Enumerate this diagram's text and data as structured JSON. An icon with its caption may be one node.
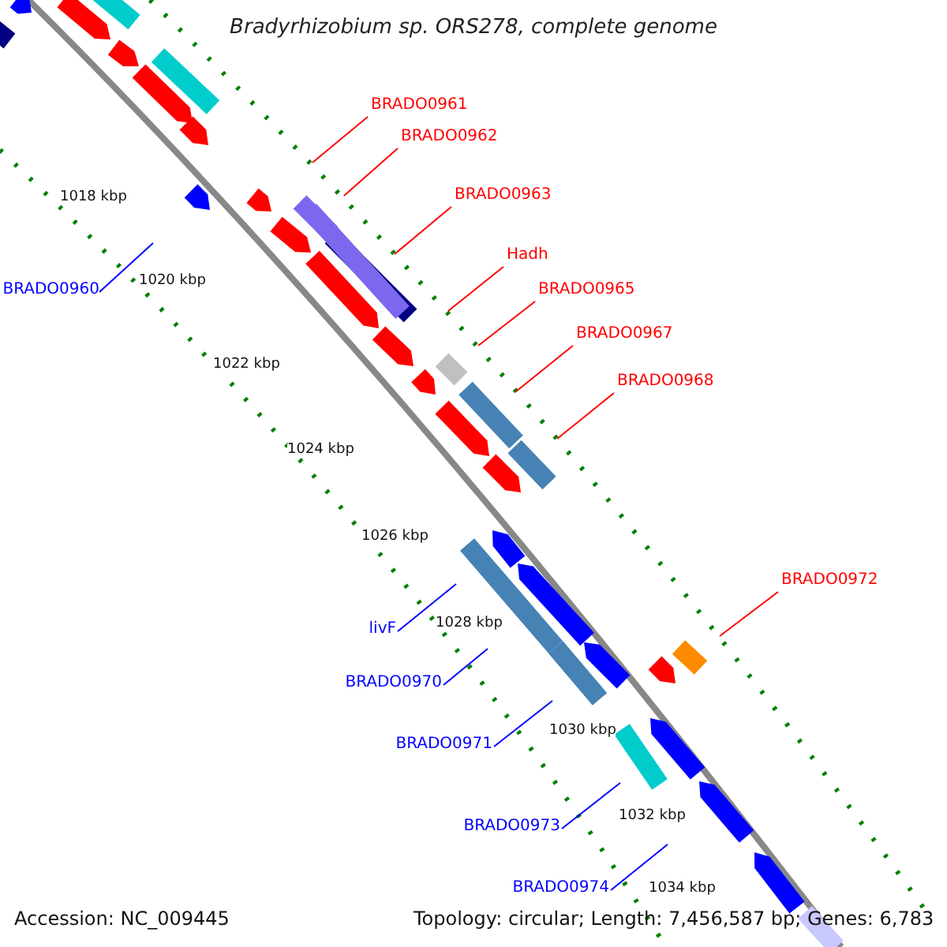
{
  "diagram": {
    "title": "Bradyrhizobium sp. ORS278, complete genome",
    "nodes": [
      {
        "text": [
          "BRADO0961"
        ]
      },
      {
        "text": [
          "BRADO0962"
        ]
      },
      {
        "text": [
          "BRADO0963"
        ]
      },
      {
        "text": [
          "Hadh"
        ]
      },
      {
        "text": [
          "BRADO0965"
        ]
      },
      {
        "text": [
          "BRADO0967"
        ]
      },
      {
        "text": [
          "BRADO0968"
        ]
      },
      {
        "text": [
          "BRADO0972"
        ]
      },
      {
        "text": [
          "BRADO0960"
        ]
      },
      {
        "text": [
          "livF"
        ]
      },
      {
        "text": [
          "BRADO0970"
        ]
      },
      {
        "text": [
          "BRADO0971"
        ]
      },
      {
        "text": [
          "BRADO0973"
        ]
      },
      {
        "text": [
          "BRADO0974"
        ]
      }
    ],
    "edges": [
      {
        "from": 0,
        "to": null,
        "arrow": "none"
      },
      {
        "from": 1,
        "to": null,
        "arrow": "none"
      },
      {
        "from": 2,
        "to": null,
        "arrow": "none"
      },
      {
        "from": 3,
        "to": null,
        "arrow": "none"
      },
      {
        "from": 4,
        "to": null,
        "arrow": "none"
      },
      {
        "from": 5,
        "to": null,
        "arrow": "none"
      },
      {
        "from": 6,
        "to": null,
        "arrow": "none"
      },
      {
        "from": 7,
        "to": null,
        "arrow": "none"
      },
      {
        "from": 8,
        "to": null,
        "arrow": "none",
        "color": "#0000ff"
      },
      {
        "from": 9,
        "to": null,
        "arrow": "none",
        "color": "#0000ff"
      },
      {
        "from": 10,
        "to": null,
        "arrow": "none",
        "color": "#0000ff"
      },
      {
        "from": 11,
        "to": null,
        "arrow": "none",
        "color": "#0000ff"
      },
      {
        "from": 12,
        "to": null,
        "arrow": "none",
        "color": "#0000ff"
      },
      {
        "from": 13,
        "to": null,
        "arrow": "none",
        "color": "#0000ff"
      }
    ],
    "labels": [
      "1018 kbp",
      "1020 kbp",
      "1022 kbp",
      "1024 kbp",
      "1026 kbp",
      "1028 kbp",
      "1030 kbp",
      "1032 kbp",
      "1034 kbp",
      "Accession: NC_009445",
      "Topology: circular; Length: 7,456,587 bp; Genes: 6,783"
    ]
  }
}
